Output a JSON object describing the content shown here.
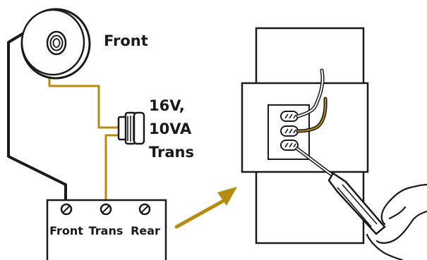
{
  "labels": {
    "button": "Front",
    "transformer_line1": "16V,",
    "transformer_line2": "10VA",
    "transformer_line3": "Trans"
  },
  "chime_terminals": [
    "Front",
    "Trans",
    "Rear"
  ],
  "colors": {
    "wire_gold": "#b58d0e",
    "wire_black": "#1a1a1a",
    "arrow": "#b58d0e",
    "outline": "#1a1a1a"
  }
}
